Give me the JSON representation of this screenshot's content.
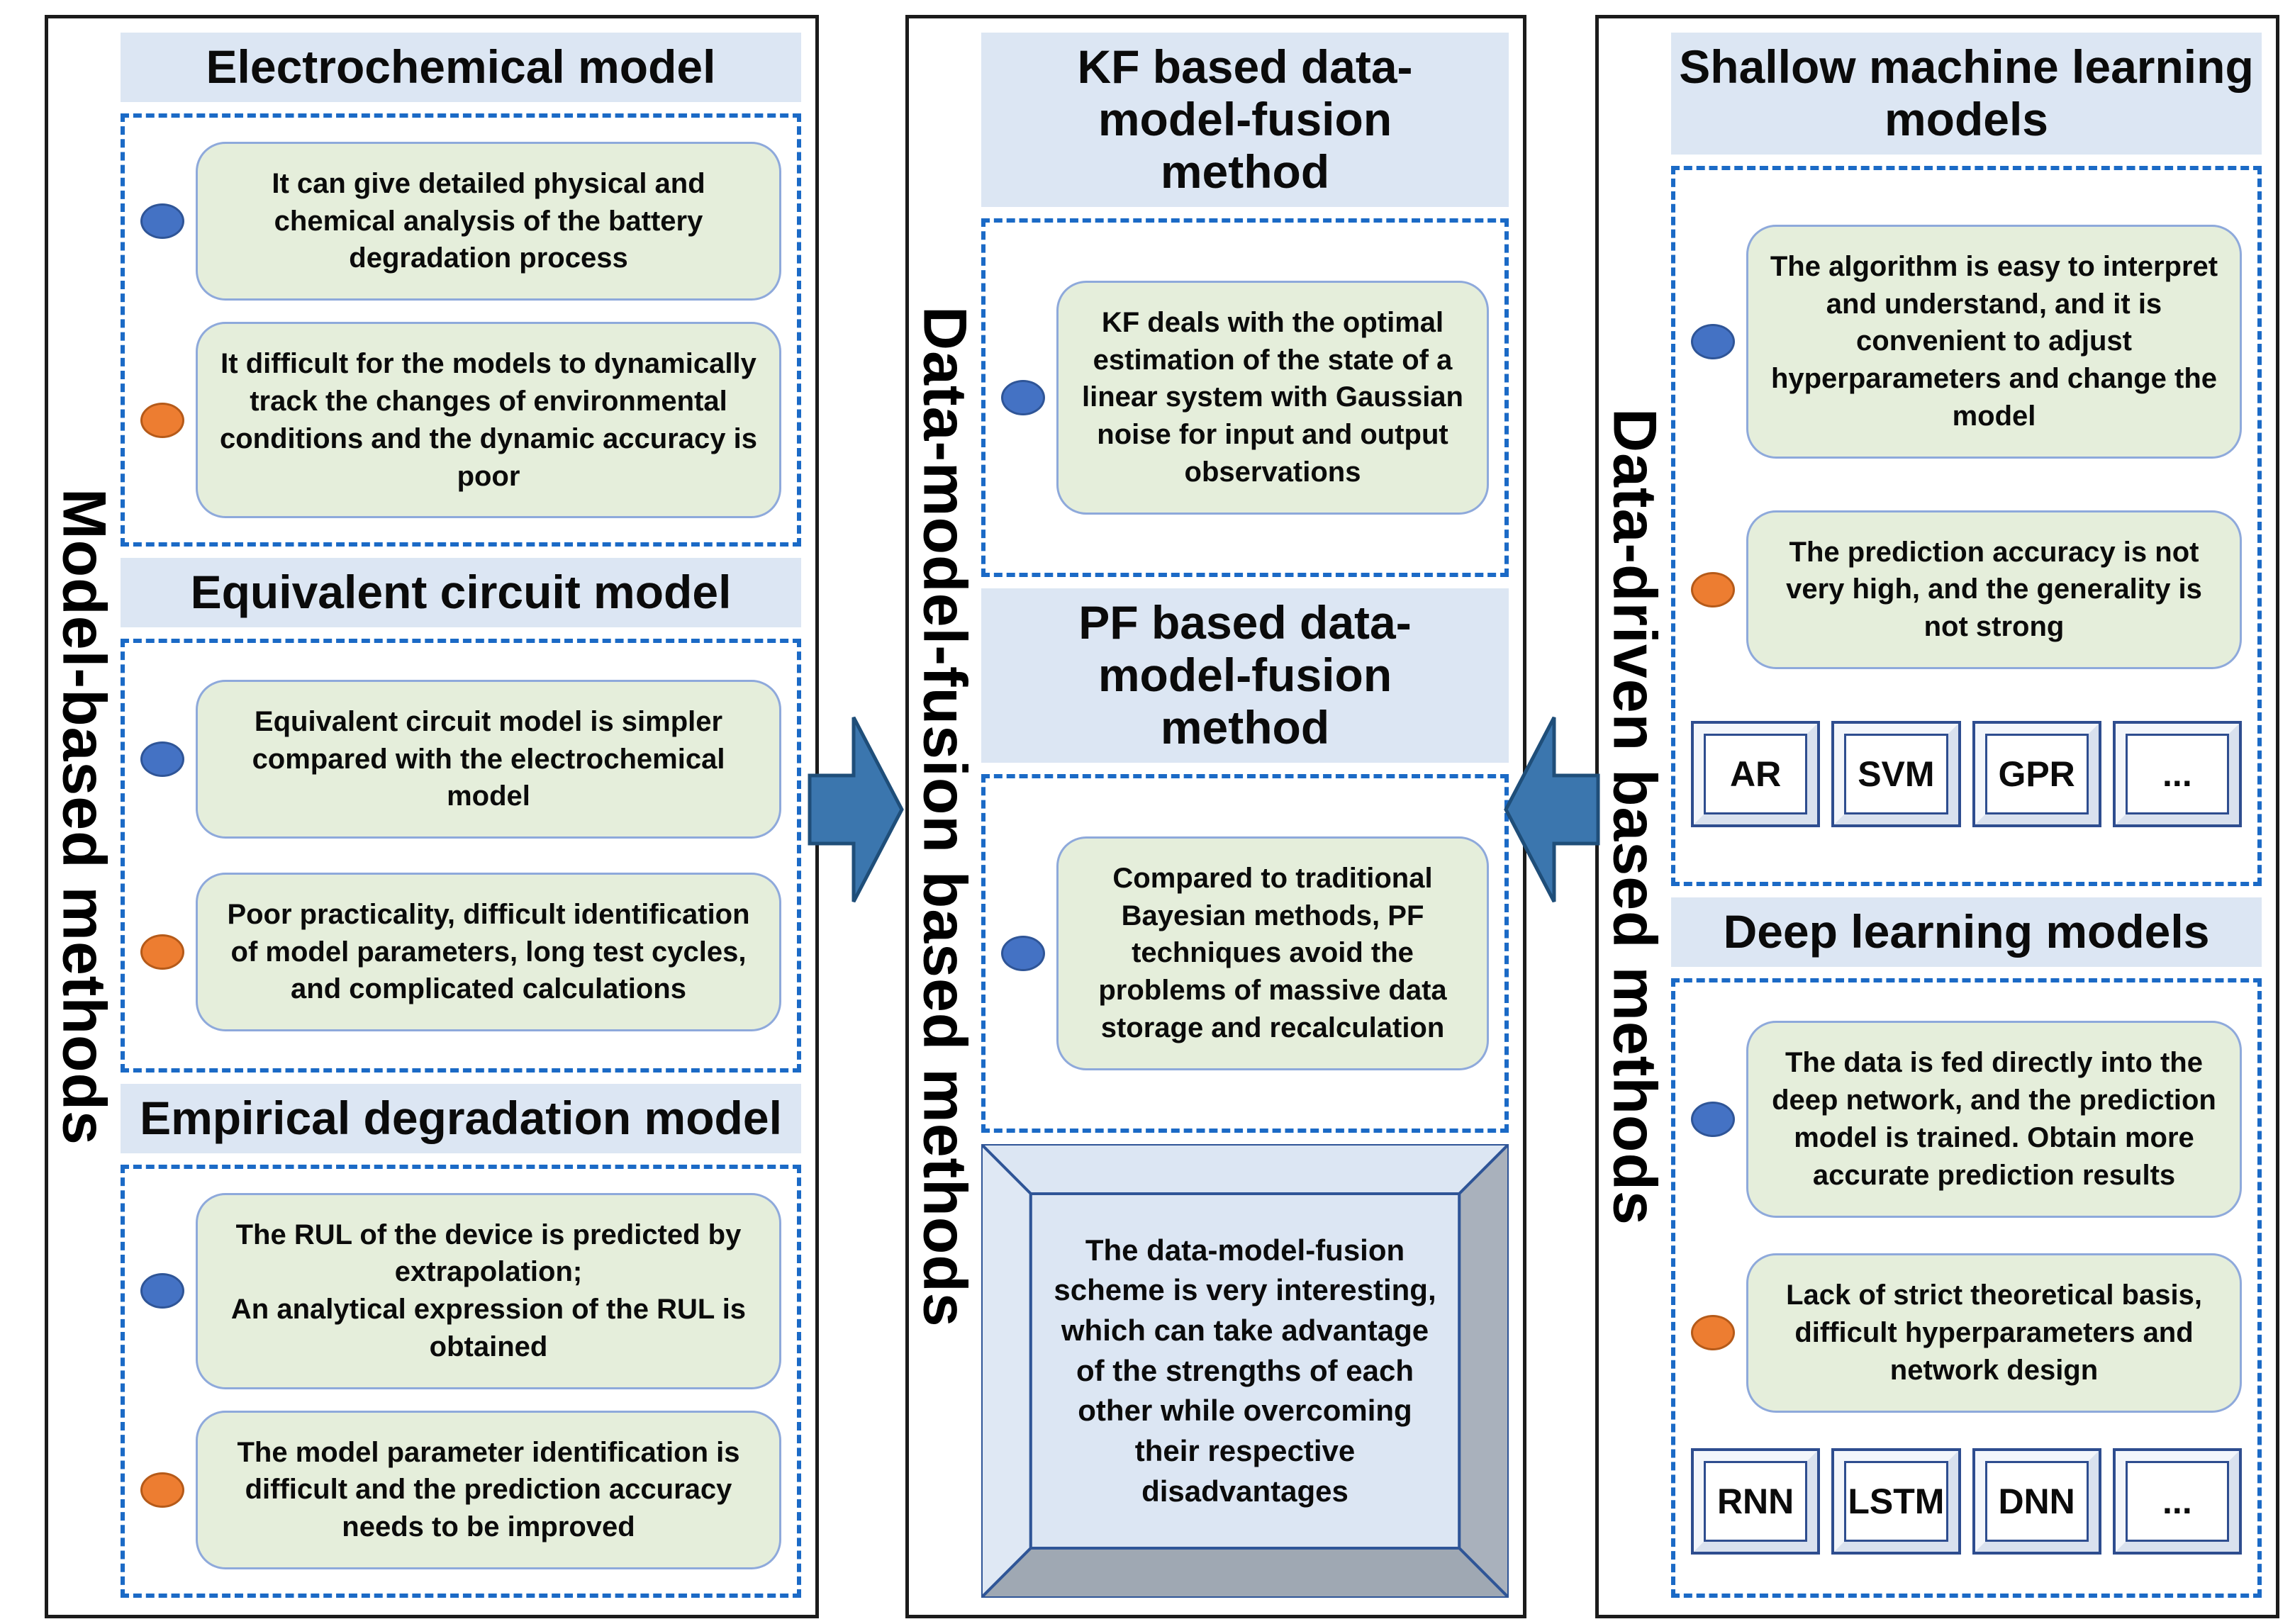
{
  "colors": {
    "section_header_bg": "#dce6f3",
    "bubble_bg": "#e5eedb",
    "bubble_border": "#8ea9db",
    "dashed_border": "#1b6ac6",
    "pro_bullet": "#4472c4",
    "con_bullet": "#ed7d31",
    "arrow_fill": "#3b76ae",
    "arrow_edge": "#1f4e79",
    "bevel_light": "#dce6f3",
    "bevel_gray": "#a9b1bc",
    "frame_line": "#2f5597",
    "panel_border": "#1b1b1b"
  },
  "left_panel": {
    "vertical_label": "Model-based methods",
    "sections": [
      {
        "title": "Electrochemical model",
        "points": [
          {
            "type": "pro",
            "text": "It can give detailed physical and chemical analysis of the battery degradation process"
          },
          {
            "type": "con",
            "text": "It difficult for the models to dynamically track the changes of environmental conditions and the dynamic accuracy is poor"
          }
        ]
      },
      {
        "title": "Equivalent circuit model",
        "points": [
          {
            "type": "pro",
            "text": "Equivalent circuit model is simpler compared with the electrochemical model"
          },
          {
            "type": "con",
            "text": "Poor practicality, difficult identification of model parameters, long test cycles, and complicated calculations"
          }
        ]
      },
      {
        "title": "Empirical degradation model",
        "points": [
          {
            "type": "pro",
            "text": "The RUL of the device is predicted by extrapolation;\nAn analytical expression of the RUL is obtained"
          },
          {
            "type": "con",
            "text": "The model parameter identification is difficult and the prediction accuracy needs to be improved"
          }
        ]
      }
    ]
  },
  "middle_panel": {
    "vertical_label": "Data-model-fusion based methods",
    "sections": [
      {
        "title": "KF based data-model-fusion method",
        "points": [
          {
            "type": "pro",
            "text": "KF deals with the optimal estimation of the state of a linear system with Gaussian noise for input and output observations"
          }
        ]
      },
      {
        "title": "PF based data-model-fusion method",
        "points": [
          {
            "type": "pro",
            "text": "Compared to traditional Bayesian methods, PF techniques avoid the problems of massive data storage and recalculation"
          }
        ]
      }
    ],
    "summary_box": "The data-model-fusion scheme is very interesting, which can take advantage of the strengths of each other while overcoming their respective disadvantages"
  },
  "right_panel": {
    "vertical_label": "Data-driven based methods",
    "sections": [
      {
        "title": "Shallow machine learning models",
        "points": [
          {
            "type": "pro",
            "text": "The algorithm is easy to interpret and understand, and it is convenient to adjust hyperparameters and change the model"
          },
          {
            "type": "con",
            "text": "The prediction accuracy is not very high, and the generality is not strong"
          }
        ],
        "tags": [
          "AR",
          "SVM",
          "GPR",
          "..."
        ]
      },
      {
        "title": "Deep learning models",
        "points": [
          {
            "type": "pro",
            "text": "The data is fed directly into the deep network, and the prediction model is trained. Obtain more accurate prediction results"
          },
          {
            "type": "con",
            "text": "Lack of strict theoretical basis, difficult hyperparameters and network design"
          }
        ],
        "tags": [
          "RNN",
          "LSTM",
          "DNN",
          "..."
        ]
      }
    ]
  }
}
